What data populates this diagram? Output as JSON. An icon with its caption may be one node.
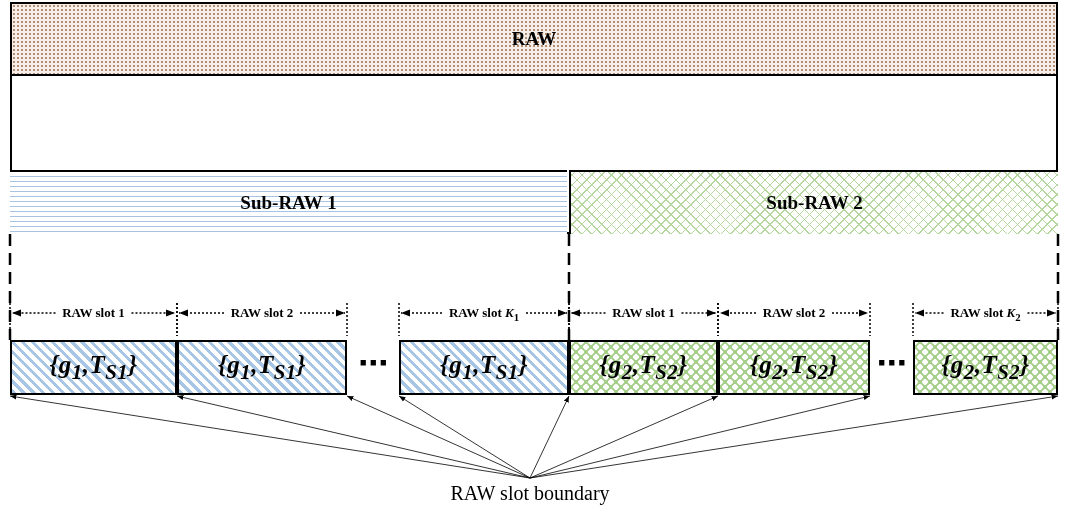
{
  "diagram": {
    "nodes": [
      {
        "text": [
          "RAW"
        ]
      },
      {
        "text": [
          "Sub-RAW 1"
        ],
        "in": 0
      },
      {
        "text": [
          "Sub-RAW 2"
        ],
        "in": 0
      },
      {
        "text": [
          "{g$_{1}$,T$_{S1}$}"
        ]
      },
      {
        "text": [
          "{g$_{1}$,T$_{S1}$}"
        ]
      },
      {
        "text": [
          "{g$_{1}$,T$_{S1}$}"
        ]
      },
      {
        "text": [
          "{g$_{2}$,T$_{S2}$}"
        ]
      },
      {
        "text": [
          "{g$_{2}$,T$_{S2}$}"
        ]
      },
      {
        "text": [
          "{g$_{2}$,T$_{S2}$}"
        ]
      },
      {
        "text": [
          "RAW slot boundary"
        ]
      }
    ],
    "edges": [
      {
        "from": 9,
        "to": 3,
        "arrow": "to"
      },
      {
        "from": 9,
        "to": 4,
        "arrow": "to"
      },
      {
        "from": 9,
        "to": 4,
        "arrow": "to"
      },
      {
        "from": 9,
        "to": 5,
        "arrow": "to"
      },
      {
        "from": 9,
        "to": 6,
        "arrow": "to"
      },
      {
        "from": 9,
        "to": 7,
        "arrow": "to"
      },
      {
        "from": 9,
        "to": 7,
        "arrow": "to"
      },
      {
        "from": 9,
        "to": 8,
        "arrow": "to"
      },
      {
        "from": 1,
        "to": 3,
        "arrow": "none",
        "style": "dashed"
      },
      {
        "from": 2,
        "to": 6,
        "arrow": "none",
        "style": "dashed"
      },
      {
        "from": 2,
        "to": 8,
        "arrow": "none",
        "style": "dashed"
      }
    ],
    "labels": [
      "RAW slot 1",
      "RAW slot 2",
      "RAW slot *K*$_{1}$",
      "RAW slot 1",
      "RAW slot 2",
      "RAW slot *K*$_{2}$",
      "⋯",
      "⋯"
    ]
  }
}
